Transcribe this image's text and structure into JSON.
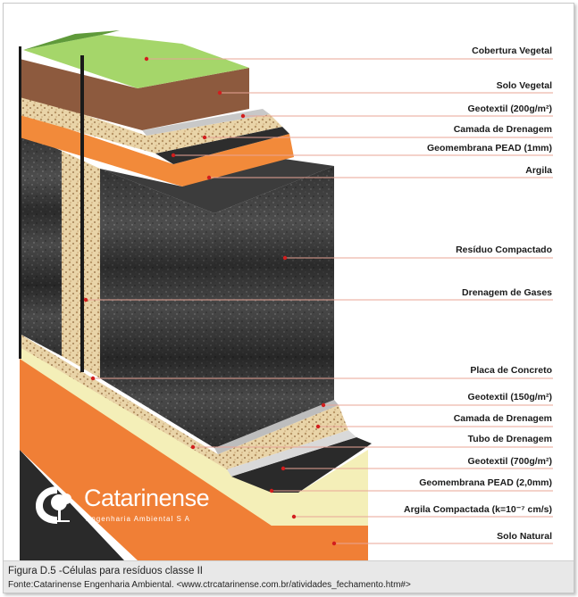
{
  "labels": [
    "Cobertura Vegetal",
    "Solo Vegetal",
    "Geotextil (200g/m²)",
    "Camada de Drenagem",
    "Geomembrana PEAD (1mm)",
    "Argila",
    "Resíduo Compactado",
    "Drenagem de Gases",
    "Placa de Concreto",
    "Geotextil (150g/m²)",
    "Camada de Drenagem",
    "Tubo de Drenagem",
    "Geotextil (700g/m²)",
    "Geomembrana PEAD (2,0mm)",
    "Argila Compactada (k=10⁻⁷ cm/s)",
    "Solo Natural"
  ],
  "logo": {
    "name": "Catarinense",
    "subtitle": "Engenharia Ambiental S A"
  },
  "caption": {
    "title": "Figura D.5 -Células para resíduos classe II",
    "source": "Fonte:Catarinense Engenharia Ambiental. <www.ctrcatarinense.com.br/atividades_fechamento.htm#>"
  },
  "colors": {
    "vegetation": "#9ccc5a",
    "topsoil": "#8b5a3c",
    "gravel": "#e6cfa3",
    "membrane": "#2b2b2b",
    "clay": "#f08a3c",
    "waste": "#4a4a4a",
    "leader": "#e89a8a",
    "point": "#d21e1e"
  }
}
